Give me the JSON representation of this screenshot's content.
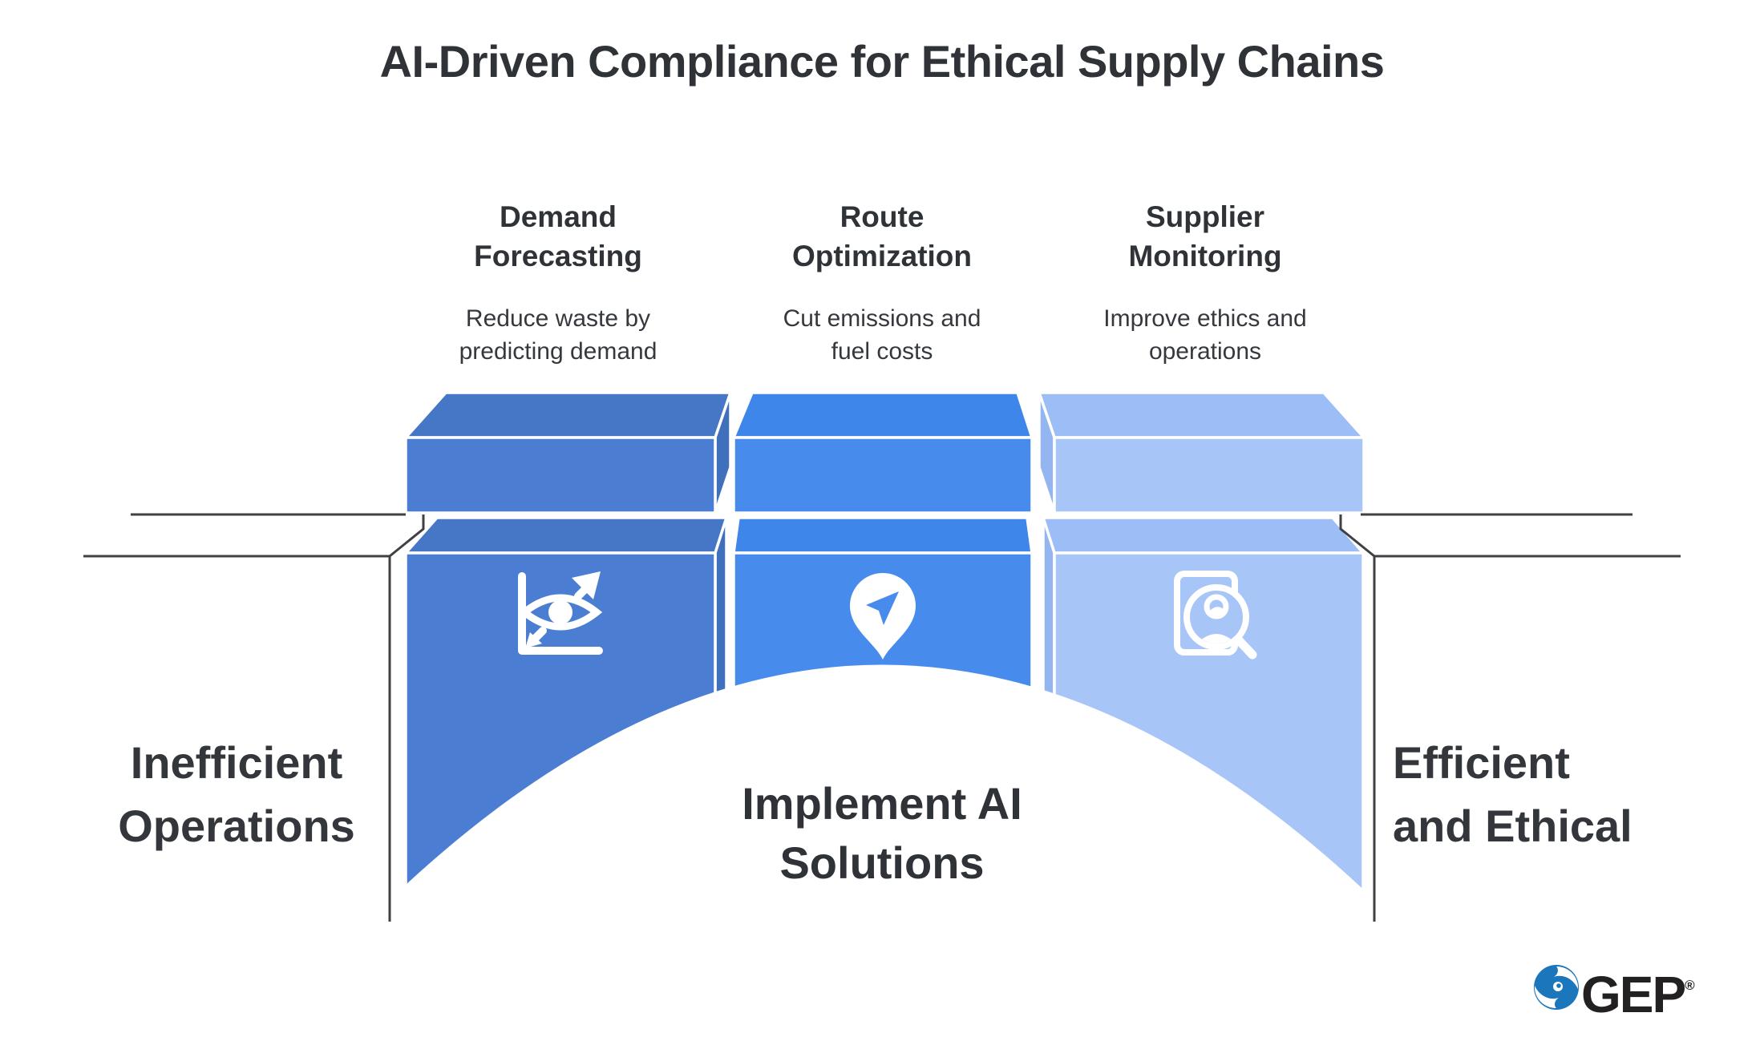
{
  "title": "AI-Driven Compliance for Ethical Supply Chains",
  "columns": [
    {
      "heading_line1": "Demand",
      "heading_line2": "Forecasting",
      "desc_line1": "Reduce waste by",
      "desc_line2": "predicting demand"
    },
    {
      "heading_line1": "Route",
      "heading_line2": "Optimization",
      "desc_line1": "Cut emissions and",
      "desc_line2": "fuel costs"
    },
    {
      "heading_line1": "Supplier",
      "heading_line2": "Monitoring",
      "desc_line1": "Improve ethics and",
      "desc_line2": "operations"
    }
  ],
  "side_labels": {
    "left_line1": "Inefficient",
    "left_line2": "Operations",
    "right_line1": "Efficient",
    "right_line2": "and Ethical"
  },
  "center_label": {
    "line1": "Implement AI",
    "line2": "Solutions"
  },
  "logo": {
    "name": "GEP",
    "registered": "®"
  },
  "icons": {
    "box1": "forecast-eye-chart-icon",
    "box2": "route-navigation-pin-icon",
    "box3": "supplier-audit-search-icon"
  },
  "colors": {
    "box1_front": "#4b7ed2",
    "box1_top": "#4677c7",
    "box1_side": "#4070bb",
    "box2_front": "#478ced",
    "box2_top": "#3e86e9",
    "box3_front": "#a8c5f8",
    "box3_top": "#9cbdf5",
    "box3_side": "#93b6f1",
    "line": "#3f4043",
    "white": "#ffffff",
    "logo_blue": "#1b76bc",
    "text_dark": "#2f3338"
  }
}
